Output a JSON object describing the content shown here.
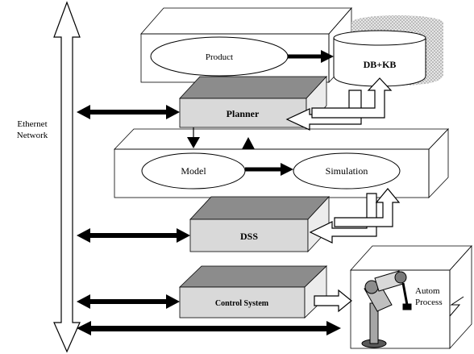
{
  "labels": {
    "network_line1": "Ethernet",
    "network_line2": "Network",
    "product": "Product",
    "db_kb": "DB+KB",
    "planner": "Planner",
    "model": "Model",
    "simulation": "Simulation",
    "dss": "DSS",
    "control_system": "Control System",
    "autom_line1": "Autom",
    "autom_line2": "Process"
  },
  "colors": {
    "line": "#000000",
    "block_front": "#d9d9d9",
    "block_top": "#8c8c8c",
    "db_shadow": "#bfbfbf"
  }
}
